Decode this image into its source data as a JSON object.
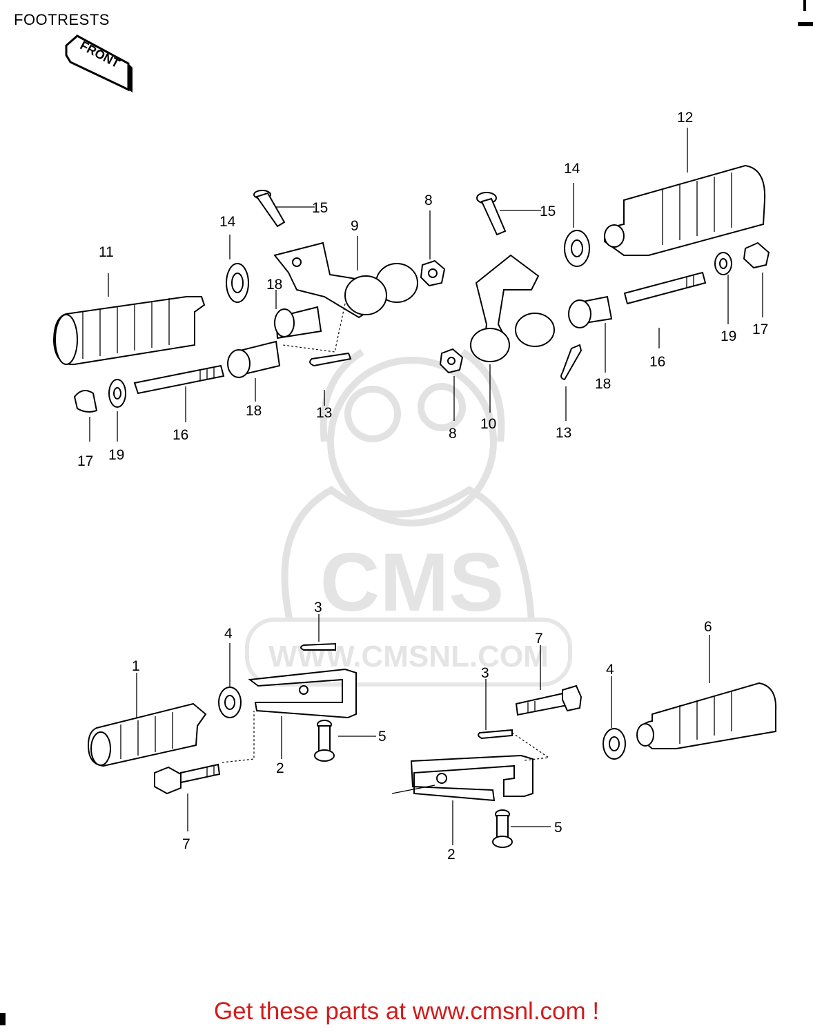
{
  "page": {
    "title": "FOOTRESTS"
  },
  "front_arrow": {
    "label": "FRONT"
  },
  "watermark": {
    "brand": "CMS",
    "url": "WWW.CMSNL.COM"
  },
  "callouts": {
    "n1": "1",
    "n2a": "2",
    "n2b": "2",
    "n3a": "3",
    "n3b": "3",
    "n4a": "4",
    "n4b": "4",
    "n5a": "5",
    "n5b": "5",
    "n6": "6",
    "n7a": "7",
    "n7b": "7",
    "n8a": "8",
    "n8b": "8",
    "n9": "9",
    "n10": "10",
    "n11": "11",
    "n12": "12",
    "n13a": "13",
    "n13b": "13",
    "n14a": "14",
    "n14b": "14",
    "n15a": "15",
    "n15b": "15",
    "n16a": "16",
    "n16b": "16",
    "n17a": "17",
    "n17b": "17",
    "n18a": "18",
    "n18b": "18",
    "n18c": "18",
    "n19a": "19",
    "n19b": "19"
  },
  "footer": {
    "text": "Get these parts at www.cmsnl.com !"
  }
}
